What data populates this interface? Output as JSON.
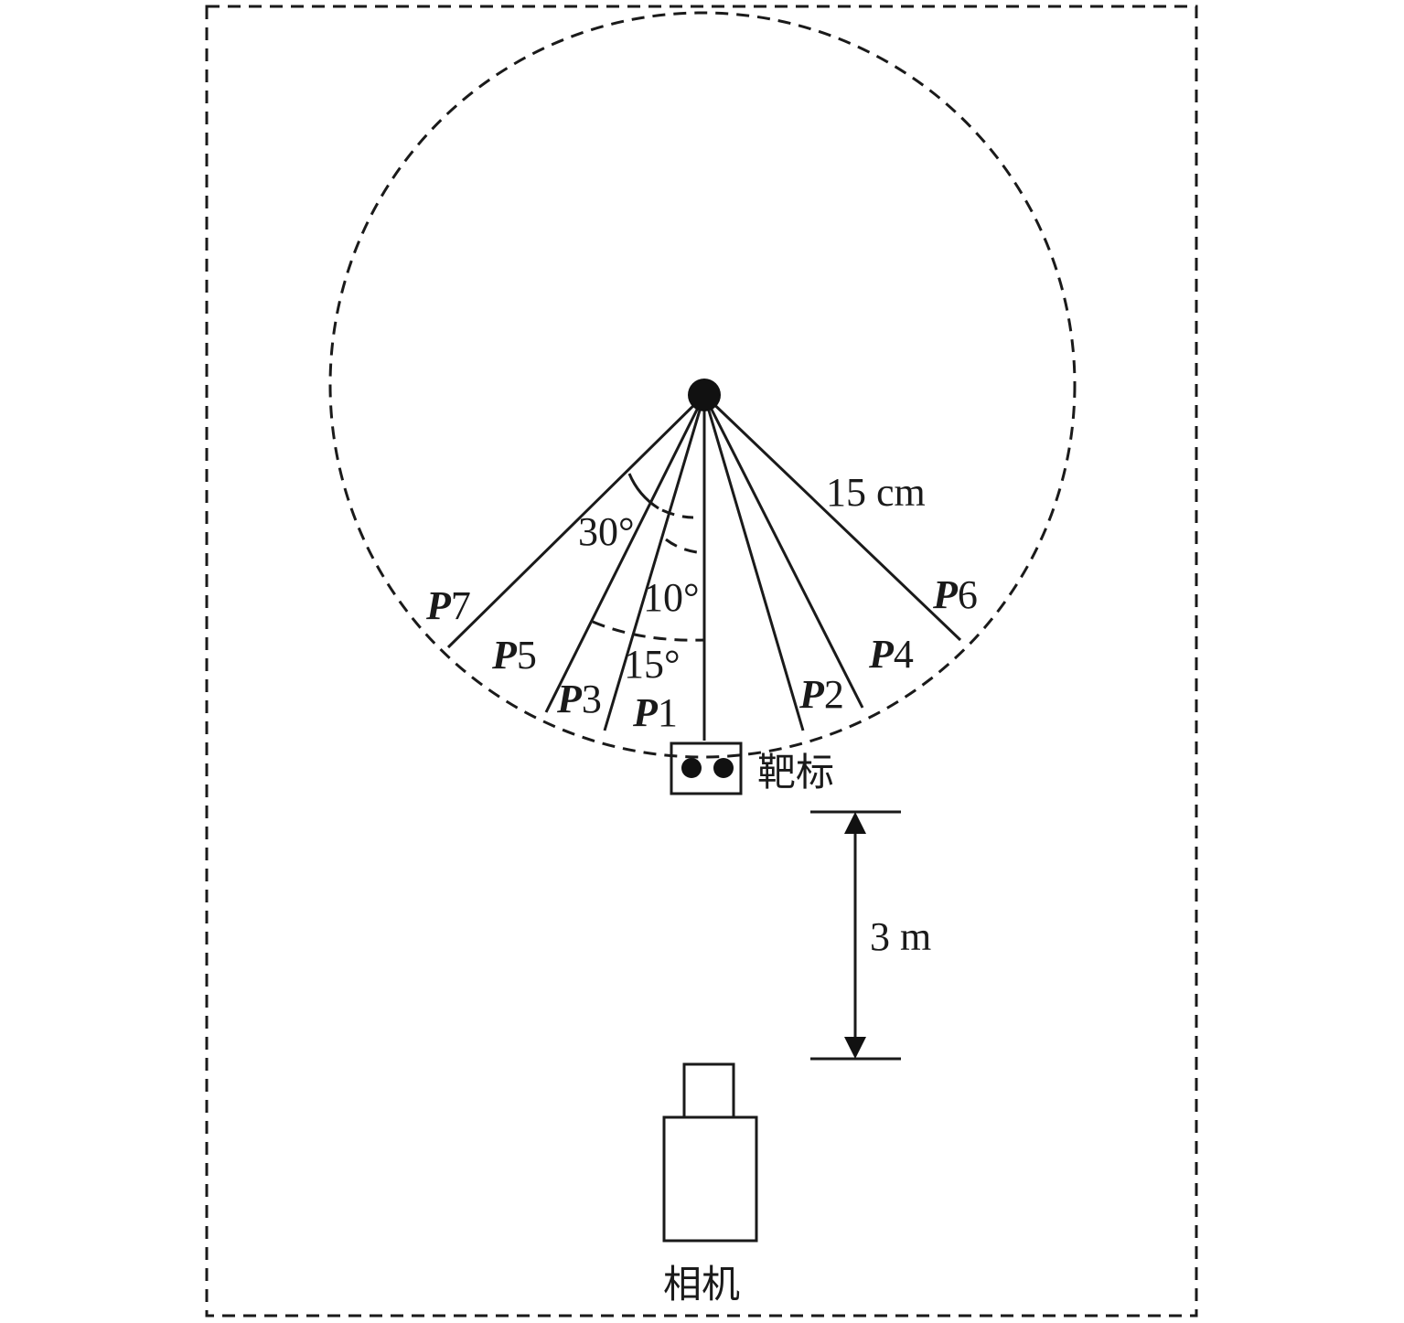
{
  "labels": {
    "radius": "15 cm",
    "angle_30": "30°",
    "angle_10": "10°",
    "angle_15": "15°",
    "target": "靶标",
    "distance": "3 m",
    "camera": "相机"
  },
  "points": [
    {
      "prefix": "P",
      "num": "1"
    },
    {
      "prefix": "P",
      "num": "2"
    },
    {
      "prefix": "P",
      "num": "3"
    },
    {
      "prefix": "P",
      "num": "4"
    },
    {
      "prefix": "P",
      "num": "5"
    },
    {
      "prefix": "P",
      "num": "6"
    },
    {
      "prefix": "P",
      "num": "7"
    }
  ]
}
